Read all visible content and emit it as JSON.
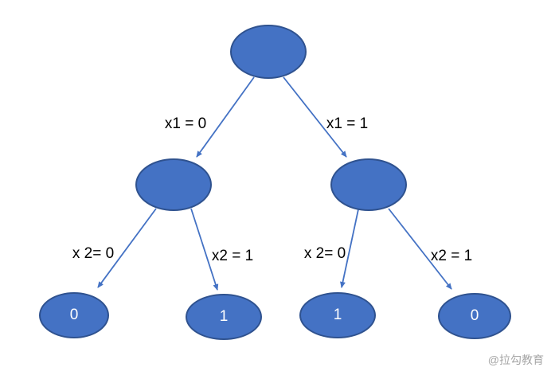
{
  "diagram": {
    "type": "binary-decision-tree",
    "nodes": {
      "root": {
        "label": ""
      },
      "mid_left": {
        "label": ""
      },
      "mid_right": {
        "label": ""
      },
      "leaf1": {
        "label": "0"
      },
      "leaf2": {
        "label": "1"
      },
      "leaf3": {
        "label": "1"
      },
      "leaf4": {
        "label": "0"
      }
    },
    "edges": {
      "root_left": "x1 = 0",
      "root_right": "x1 = 1",
      "left_left": "x 2= 0",
      "left_right": "x2 = 1",
      "right_left": "x 2= 0",
      "right_right": "x2 = 1"
    },
    "colors": {
      "node_fill": "#4472C4",
      "node_border": "#2F528F",
      "arrow": "#4472C4",
      "edge_label_text": "#000000",
      "leaf_text": "#FFFFFF",
      "watermark_text": "#A6A6A6"
    },
    "watermark": "@拉勾教育"
  }
}
